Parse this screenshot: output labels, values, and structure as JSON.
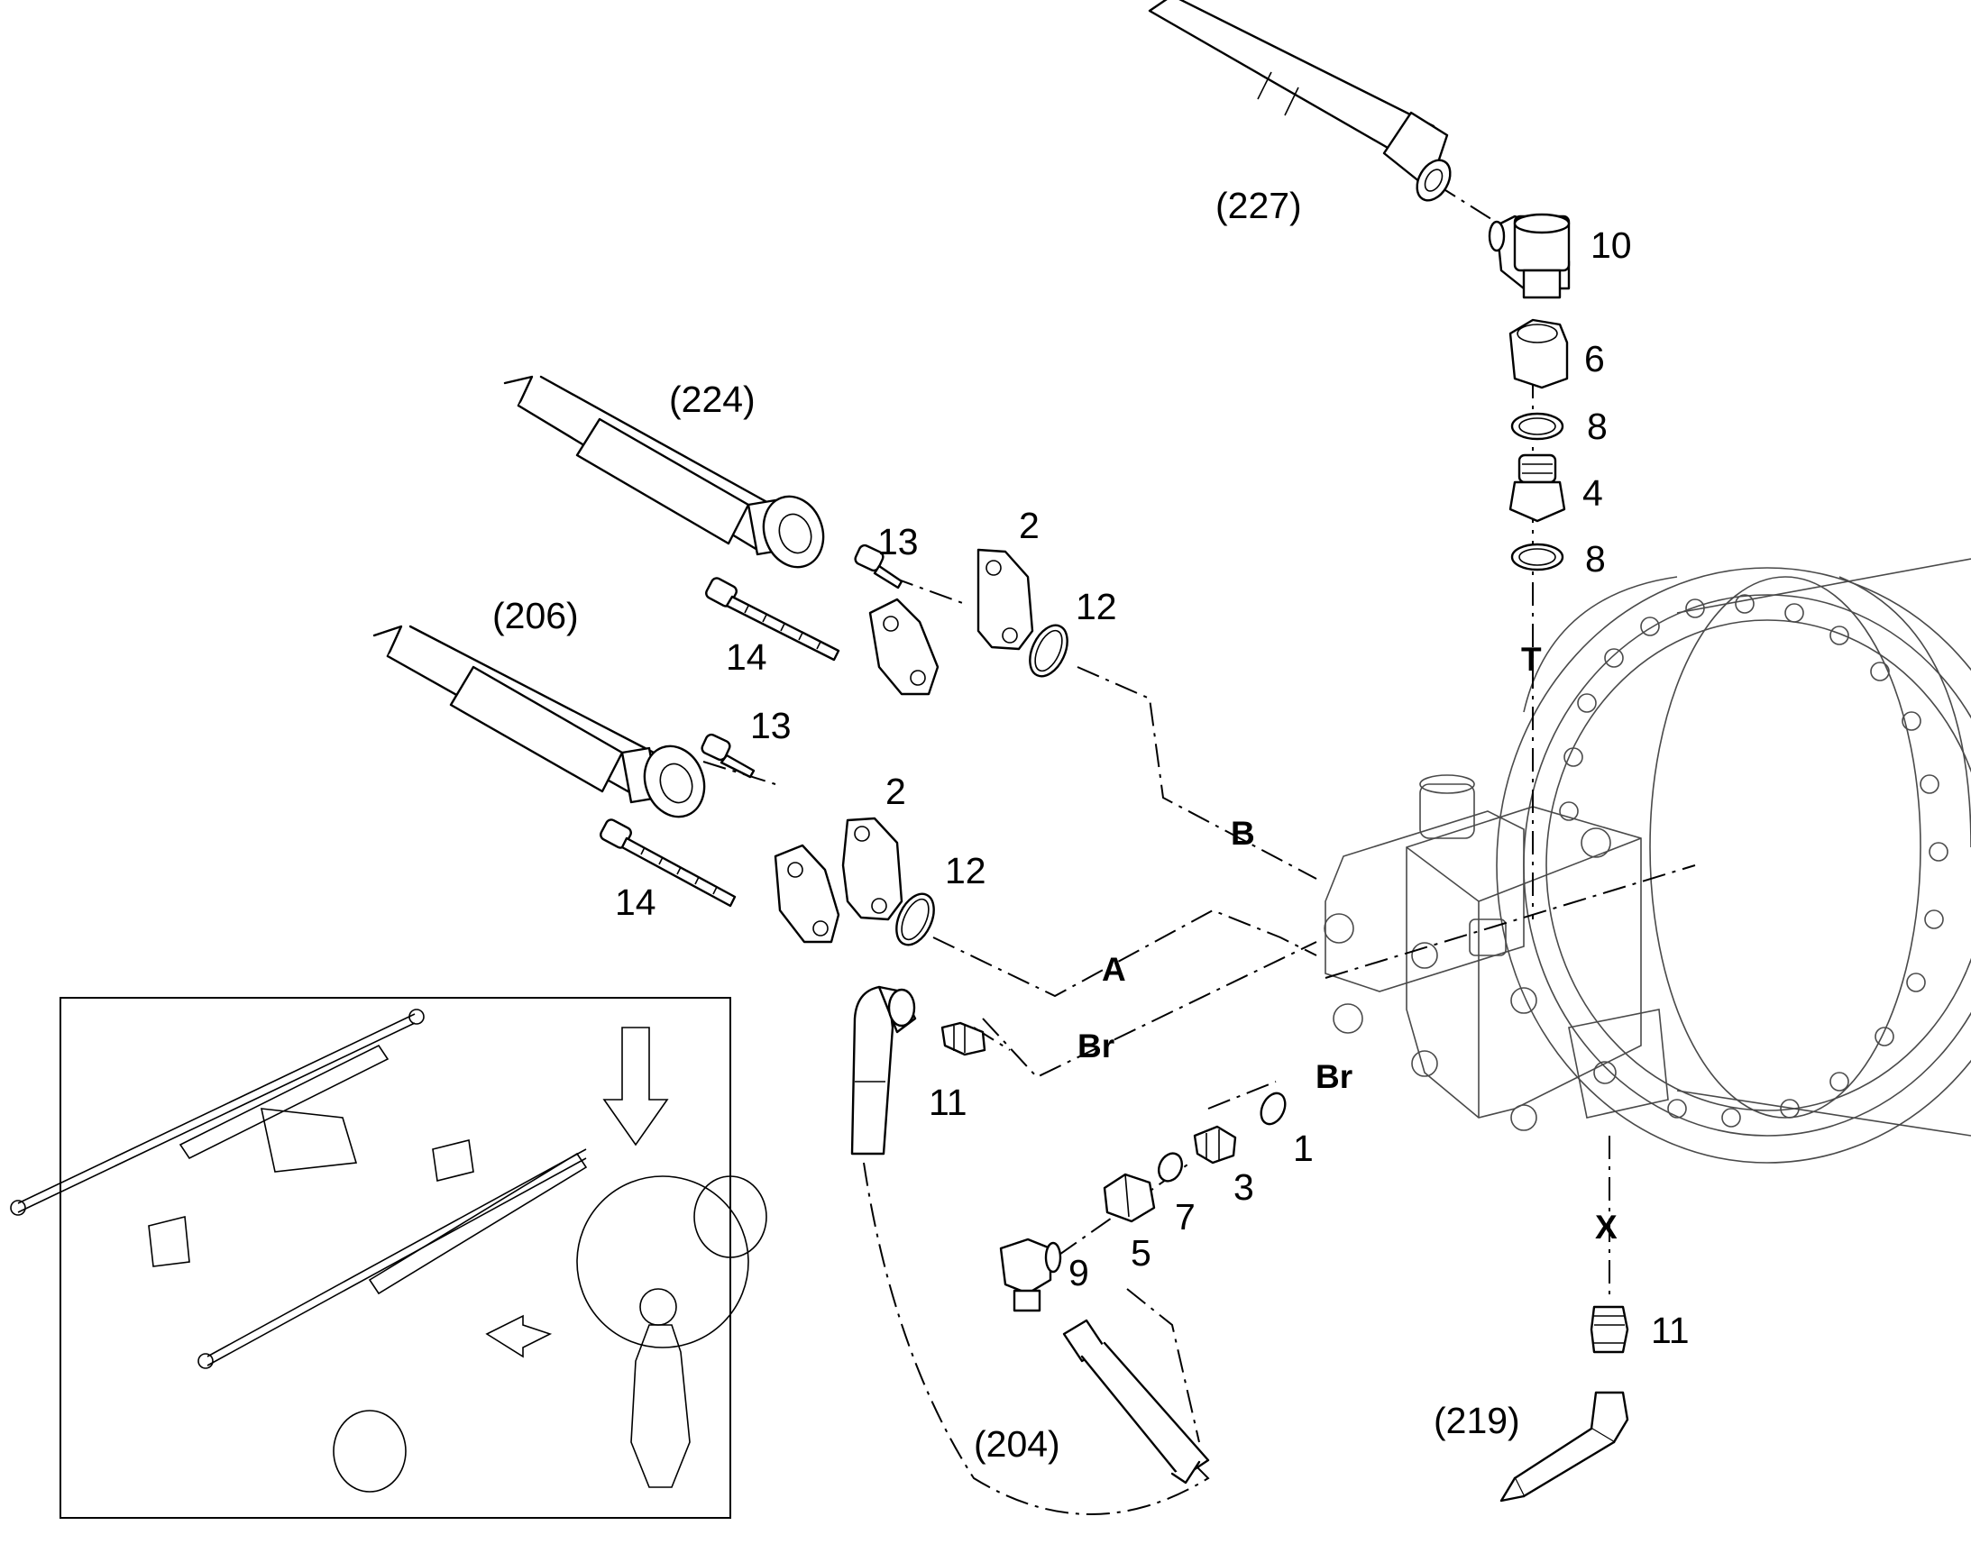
{
  "callouts": {
    "p227": "(227)",
    "p224": "(224)",
    "p206": "(206)",
    "p204": "(204)",
    "p219": "(219)",
    "n10": "10",
    "n6": "6",
    "n8a": "8",
    "n4": "4",
    "n8b": "8",
    "n13a": "13",
    "n2a": "2",
    "n12a": "12",
    "n14a": "14",
    "n13b": "13",
    "n2b": "2",
    "n12b": "12",
    "n14b": "14",
    "n11a": "11",
    "n1": "1",
    "n3": "3",
    "n7": "7",
    "n5": "5",
    "n9": "9",
    "n11b": "11"
  },
  "ports": {
    "T": "T",
    "B": "B",
    "A": "A",
    "Br1": "Br",
    "Br2": "Br",
    "X": "X"
  }
}
